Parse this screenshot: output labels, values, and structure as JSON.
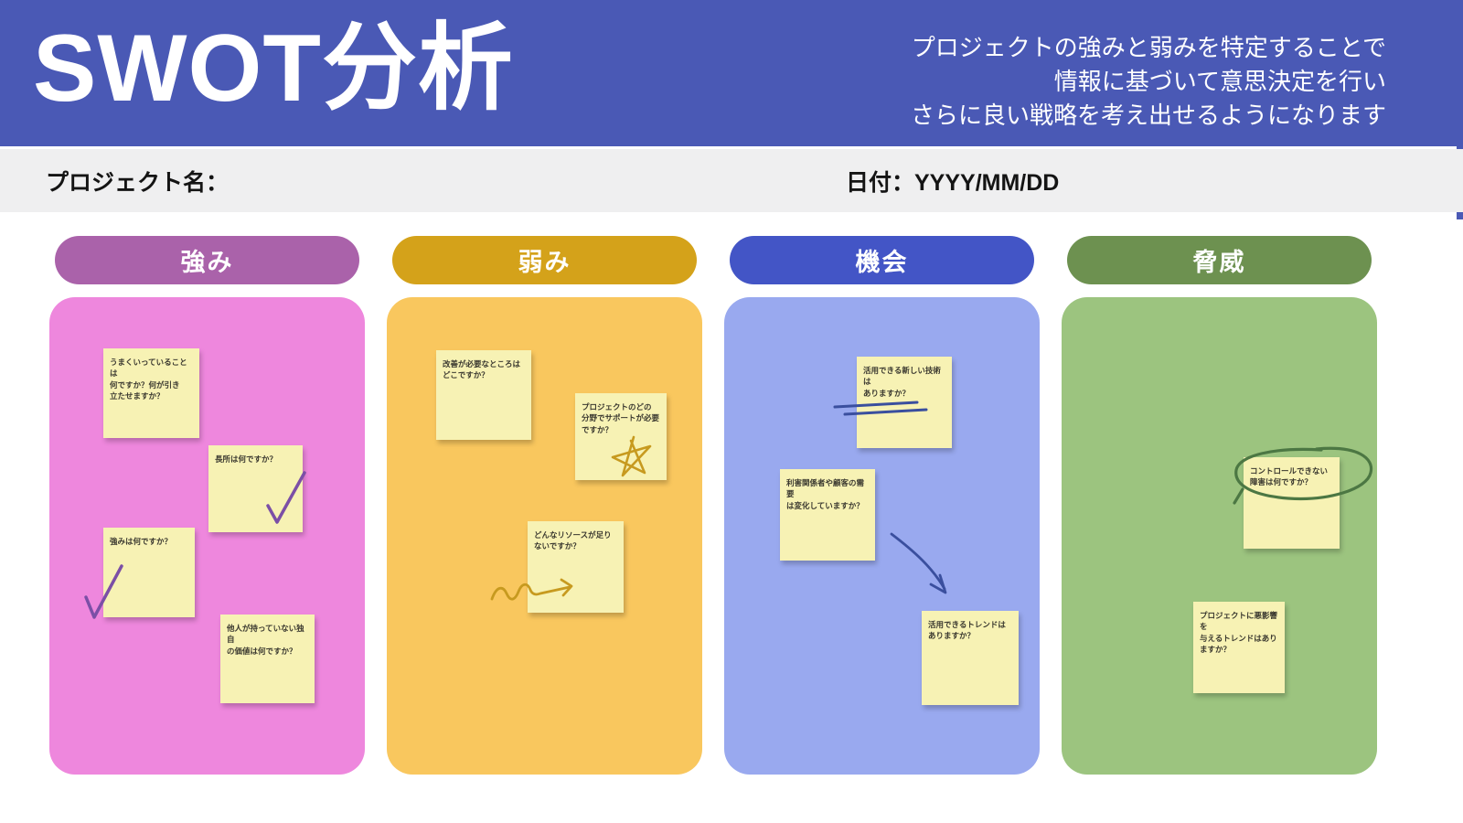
{
  "header": {
    "title": "SWOT分析",
    "description": "プロジェクトの強みと弱みを特定することで\n情報に基づいて意思決定を行い\nさらに良い戦略を考え出せるようになります",
    "bg_color": "#4a59b5"
  },
  "meta_bar": {
    "project_label": "プロジェクト名：",
    "date_label": "日付：YYYY/MM/DD",
    "bg_color": "#efeff0"
  },
  "board": {
    "note_color": "#f7f2b4",
    "ink_colors": {
      "purple": "#7b4fa6",
      "gold": "#c79a1f",
      "blue": "#3a4f9e",
      "green": "#4c7743"
    },
    "columns": [
      {
        "key": "strengths",
        "title": "強み",
        "pill_color": "#aa62aa",
        "panel_color": "#ee87dd",
        "notes": [
          {
            "text": "うまくいっていることは\n何ですか？何が引き\n立たせますか？"
          },
          {
            "text": "長所は何ですか？"
          },
          {
            "text": "強みは何ですか？"
          },
          {
            "text": "他人が持っていない独自\nの価値は何ですか？"
          }
        ],
        "scribbles": [
          "checkmark",
          "checkmark"
        ]
      },
      {
        "key": "weaknesses",
        "title": "弱み",
        "pill_color": "#d4a21a",
        "panel_color": "#f9c75e",
        "notes": [
          {
            "text": "改善が必要なところは\nどこですか？"
          },
          {
            "text": "プロジェクトのどの\n分野でサポートが必要\nですか？"
          },
          {
            "text": "どんなリソースが足り\nないですか？"
          }
        ],
        "scribbles": [
          "star",
          "squiggle-arrow"
        ]
      },
      {
        "key": "opportunities",
        "title": "機会",
        "pill_color": "#4355c6",
        "panel_color": "#99a9ef",
        "notes": [
          {
            "text": "活用できる新しい技術は\nありますか？"
          },
          {
            "text": "利害関係者や顧客の需要\nは変化していますか？"
          },
          {
            "text": "活用できるトレンドは\nありますか？"
          }
        ],
        "scribbles": [
          "double-pen-stroke",
          "curved-arrow"
        ]
      },
      {
        "key": "threats",
        "title": "脅威",
        "pill_color": "#6d9150",
        "panel_color": "#9cc47f",
        "notes": [
          {
            "text": "コントロールできない\n障害は何ですか？"
          },
          {
            "text": "プロジェクトに悪影響を\n与えるトレンドはあり\nますか？"
          }
        ],
        "scribbles": [
          "circle-highlight"
        ]
      }
    ]
  }
}
